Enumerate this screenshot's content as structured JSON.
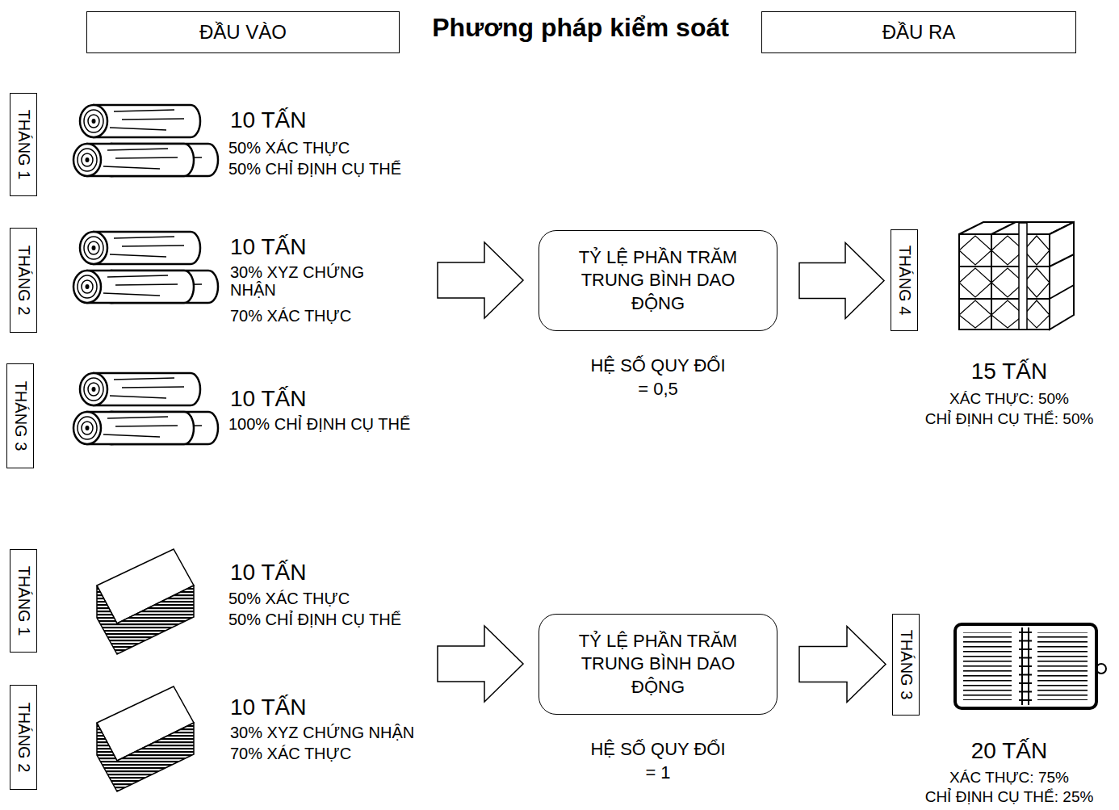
{
  "diagram": {
    "title": "Phương pháp kiểm soát",
    "nodes": [
      {
        "text": [
          "ĐẦU VÀO"
        ]
      },
      {
        "text": [
          "ĐẦU RA"
        ]
      },
      {
        "text": [
          "THÁNG 1"
        ]
      },
      {
        "text": [
          "THÁNG 2"
        ]
      },
      {
        "text": [
          "TỶ LỆ PHẦN TRĂM TRUNG BÌNH DAO ĐỘNG",
          "HỆ SỐ QUY ĐỔI = 0,5"
        ]
      },
      {
        "text": [
          "THÁNG 4"
        ]
      },
      {
        "text": [
          "THÁNG 3"
        ]
      },
      {
        "text": [
          "THÁNG 1"
        ]
      },
      {
        "text": [
          "THÁNG 2"
        ]
      },
      {
        "text": [
          "TỶ LỆ PHẦN TRĂM TRUNG BÌNH DAO ĐỘNG",
          "HỆ SỐ QUY ĐỔI = 1"
        ]
      },
      {
        "text": [
          "THÁNG 3"
        ]
      }
    ],
    "edges": [
      {
        "from": 4,
        "to": 5,
        "arrow": "to"
      },
      {
        "from": 9,
        "to": 10,
        "arrow": "to"
      }
    ],
    "labels": [
      "10 TẤN",
      "50% XÁC THỰC",
      "50% CHỈ ĐỊNH CỤ THỂ",
      "10 TẤN",
      "30% XYZ CHỨNG NHẬN",
      "70% XÁC THỰC",
      "10 TẤN",
      "100% CHỈ ĐỊNH CỤ THỂ",
      "15 TẤN",
      "XÁC THỰC: 50%",
      "CHỈ ĐỊNH CỤ THỂ: 50%",
      "10 TẤN",
      "50% XÁC THỰC",
      "50% CHỈ ĐỊNH CỤ THỂ",
      "10 TẤN",
      "30% XYZ CHỨNG NHẬN",
      "70% XÁC THỰC",
      "20 TẤN",
      "XÁC THỰC: 75%",
      "CHỈ ĐỊNH CỤ THỂ: 25%"
    ]
  }
}
